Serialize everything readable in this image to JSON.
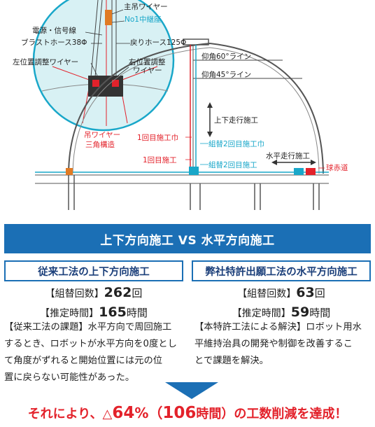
{
  "diagram": {
    "labels": {
      "main_wire": "主吊ワイヤー",
      "relay_seat": "No1中継座",
      "power_signal": "電源・信号線",
      "blast_hose": "ブラストホース38Φ",
      "return_hose": "戻りホース125Φ",
      "left_adjust_wire": "左位置調整ワイヤー",
      "right_adjust_wire_1": "右位置調整",
      "right_adjust_wire_2": "ワイヤー",
      "hang_wire_1": "吊ワイヤー",
      "hang_wire_2": "三角構造",
      "elev60": "仰角60°ライン",
      "elev45": "仰角45°ライン",
      "vertical_travel": "上下走行施工",
      "first_width": "1回目施工巾",
      "first_work": "1回目施工",
      "second_width": "組替2回目施工巾",
      "second_work": "組替2回目施工",
      "horizontal_travel": "水平走行施工",
      "equator": "球赤道"
    }
  },
  "banner": {
    "title": "上下方向施工 VS 水平方向施工"
  },
  "left": {
    "title": "従来工法の上下方向施工",
    "count_key": "【組替回数】",
    "count_value": "262",
    "count_unit": "回",
    "time_key": "【推定時間】",
    "time_value": "165",
    "time_unit": "時間",
    "desc": [
      "【従来工法の課題】水平方向で周回施工",
      "するとき、ロボットが水平方向を0度とし",
      "て角度がずれると開始位置には元の位",
      "置に戻らない可能性があった。"
    ]
  },
  "right": {
    "title": "弊社特許出願工法の水平方向施工",
    "count_key": "【組替回数】",
    "count_value": "63",
    "count_unit": "回",
    "time_key": "【推定時間】",
    "time_value": "59",
    "time_unit": "時間",
    "desc": [
      "【本特許工法による解決】ロボット用水",
      "平維持治具の開発や制御を改善するこ",
      "とで課題を解決。"
    ]
  },
  "result": {
    "pre": "それにより、△",
    "pct": "64",
    "pct_sign": "%（",
    "hours": "106",
    "hours_unit": "時間",
    "post": "）の工数削減を達成！"
  },
  "colors": {
    "accent_blue": "#1b6fb5",
    "red": "#e3222b",
    "teal": "#19a7c9",
    "circle_fill": "#d8f1f4"
  }
}
